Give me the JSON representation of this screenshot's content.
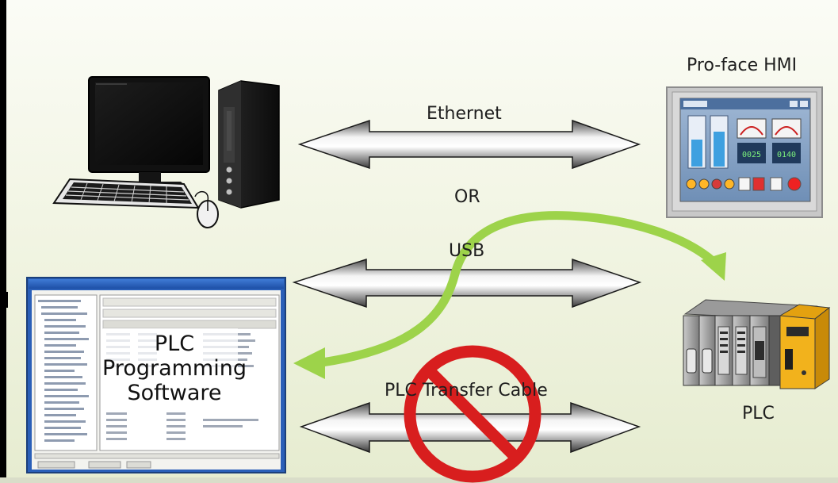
{
  "labels": {
    "hmi": "Pro-face HMI",
    "ethernet": "Ethernet",
    "or": "OR",
    "usb": "USB",
    "transfer_cable": "PLC Transfer Cable",
    "plc": "PLC",
    "software_line1": "PLC",
    "software_line2": "Programming",
    "software_line3": "Software"
  },
  "colors": {
    "green_arrow": "#9dd34a",
    "prohibited": "#d81e1e",
    "plc_module": "#f2b21c"
  }
}
